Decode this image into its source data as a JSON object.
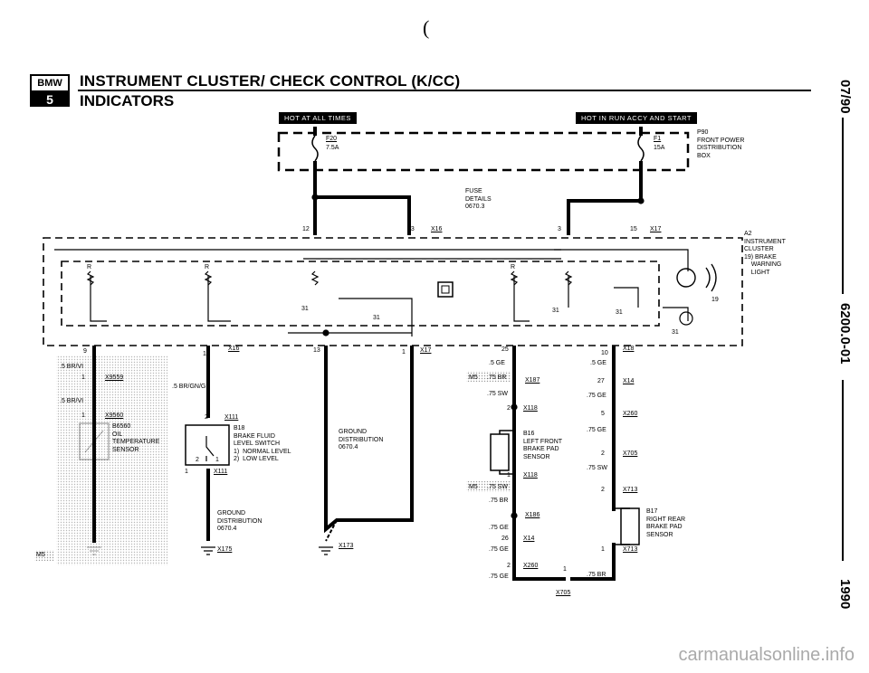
{
  "header": {
    "mark": "(",
    "logo_top": "BMW",
    "logo_bottom": "5",
    "title": "INSTRUMENT CLUSTER/ CHECK CONTROL (K/CC)",
    "subtitle": "INDICATORS"
  },
  "side": {
    "date": "07/90",
    "code": "6200.0-01",
    "year": "1990"
  },
  "power": {
    "hot_all": "HOT AT ALL TIMES",
    "hot_run": "HOT IN RUN ACCY AND START",
    "fuse1_name": "F20",
    "fuse1_amp": "7.5A",
    "fuse2_name": "F1",
    "fuse2_amp": "15A",
    "p90": "P90\nFRONT POWER\nDISTRIBUTION\nBOX",
    "fuse_details": "FUSE\nDETAILS\n0670.3"
  },
  "cluster": {
    "a2": "A2\nINSTRUMENT\nCLUSTER\n19) BRAKE\n    WARNING\n    LIGHT",
    "pin19": "19",
    "r_labels": [
      "R",
      "R",
      "R"
    ],
    "gnd31": [
      "31",
      "31",
      "31",
      "31",
      "31"
    ],
    "pin12": "12",
    "pin13": "13",
    "x16_top": "X16",
    "pin3": "3",
    "pin15": "15",
    "x17_top": "X17"
  },
  "left": {
    "pin9": "9",
    "w1": ".5 BR/VI",
    "p1": "1",
    "x9559": "X9559",
    "w2": ".5 BR/VI",
    "p1b": "1",
    "x9560": "X9560",
    "b6560": "B6560\nOIL\nTEMPERATURE\nSENSOR",
    "m5": "M5"
  },
  "mid": {
    "pin15": "15",
    "x16": "X16",
    "wire": ".5 BR/GN/GE",
    "p2": "2",
    "x111a": "X111",
    "b18": "B18\nBRAKE FLUID\nLEVEL SWITCH\n1)  NORMAL LEVEL\n2)  LOW LEVEL",
    "p1": "1",
    "x111b": "X111",
    "gnd_dist": "GROUND\nDISTRIBUTION\n0670.4",
    "x175": "X175",
    "sw2": "2",
    "sw1": "1"
  },
  "center": {
    "pin13": "13",
    "pin1": "1",
    "x17": "X17",
    "gnd_dist": "GROUND\nDISTRIBUTION\n0670.4",
    "x173": "X173"
  },
  "right": {
    "pin25": "25",
    "pin10": "10",
    "x18": "X18",
    "w5ge_a": ".5 GE",
    "w5ge_b": ".5 GE",
    "m5a": "M5",
    "w75br": ".75 BR",
    "x187": "X187",
    "w75sw": ".75 SW",
    "p27": "27",
    "x14a": "X14",
    "w75ge_a": ".75 GE",
    "p2a": "2",
    "x118a": "X118",
    "p5": "5",
    "x260a": "X260",
    "b16": "B16\nLEFT FRONT\nBRAKE PAD\nSENSOR",
    "w75ge_b": ".75 GE",
    "p2b": "2",
    "x705a": "X705",
    "p1a": "1",
    "x118b": "X118",
    "w75sw_b": ".75 SW",
    "m5b": "M5",
    "w75sw_c": ".75 SW",
    "w75br_b": ".75 BR",
    "p2c": "2",
    "x713a": "X713",
    "x186": "X186",
    "b17": "B17\nRIGHT REAR\nBRAKE PAD\nSENSOR",
    "w75ge_c": ".75 GE",
    "p26": "26",
    "x14b": "X14",
    "w75ge_d": ".75 GE",
    "p1b": "1",
    "x713b": "X713",
    "p2d": "2",
    "x260b": "X260",
    "w75ge_e": ".75 GE",
    "p1c": "1",
    "w75br_c": ".75 BR",
    "x705b": "X705"
  },
  "watermark": "carmanualsonline.info"
}
